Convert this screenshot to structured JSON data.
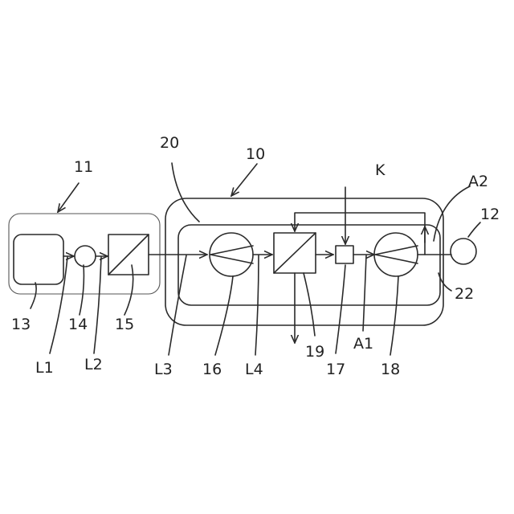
{
  "labels": {
    "n11": "11",
    "n20": "20",
    "n10": "10",
    "nK": "K",
    "nA2": "A2",
    "n12": "12",
    "n13": "13",
    "n14": "14",
    "n15": "15",
    "n16": "16",
    "n19": "19",
    "n17": "17",
    "n18": "18",
    "nA1": "A1",
    "n22": "22",
    "nL1": "L1",
    "nL2": "L2",
    "nL3": "L3",
    "nL4": "L4"
  }
}
